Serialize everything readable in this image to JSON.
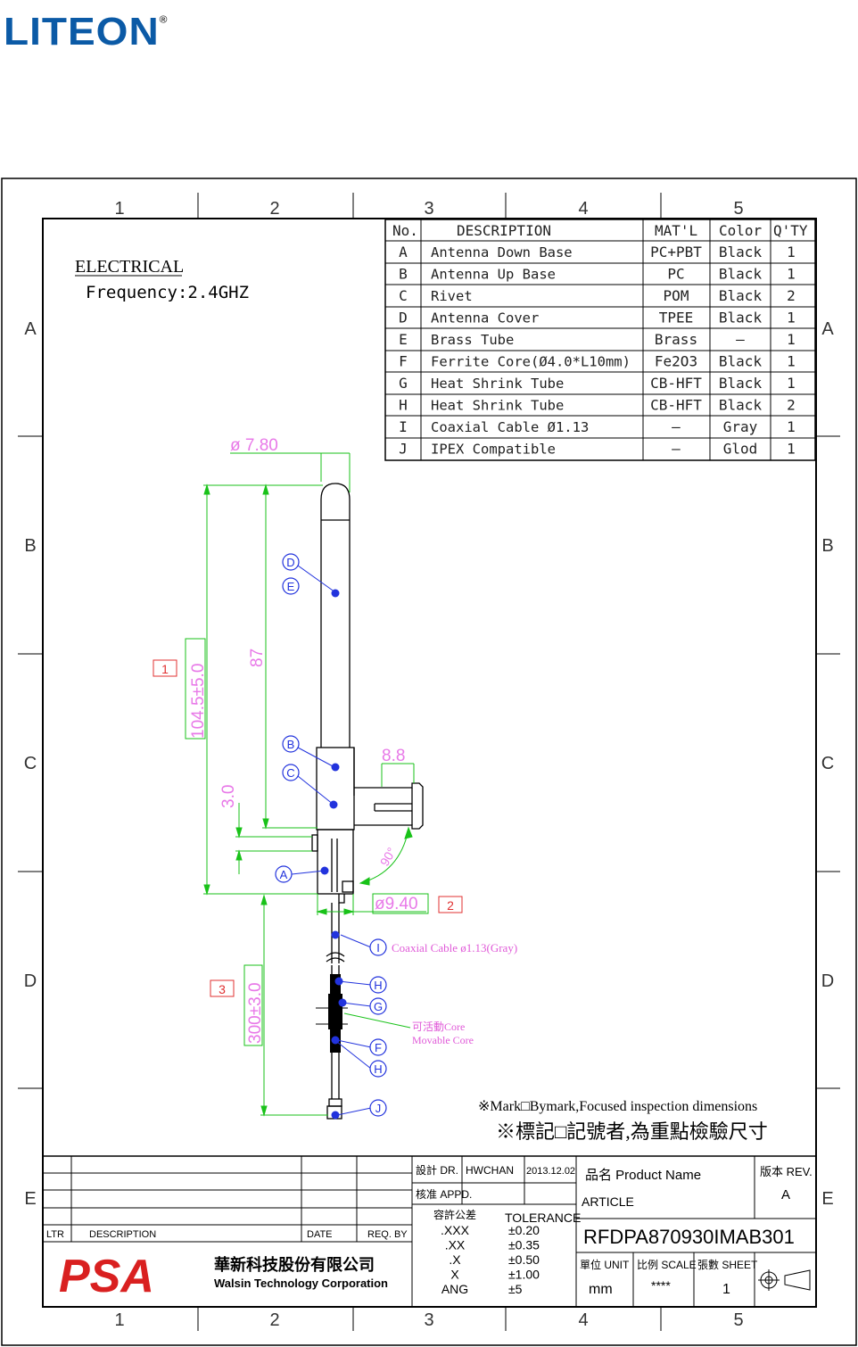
{
  "logo": "LITEON",
  "frame_cols": [
    "1",
    "2",
    "3",
    "4",
    "5"
  ],
  "frame_rows": [
    "A",
    "B",
    "C",
    "D",
    "E"
  ],
  "electrical": {
    "title": "ELECTRICAL",
    "frequency": "Frequency:2.4GHZ"
  },
  "bom": {
    "headers": [
      "No.",
      "DESCRIPTION",
      "MAT'L",
      "Color",
      "Q'TY"
    ],
    "rows": [
      {
        "no": "A",
        "desc": "Antenna Down Base",
        "mat": "PC+PBT",
        "color": "Black",
        "qty": "1"
      },
      {
        "no": "B",
        "desc": "Antenna Up Base",
        "mat": "PC",
        "color": "Black",
        "qty": "1"
      },
      {
        "no": "C",
        "desc": "Rivet",
        "mat": "POM",
        "color": "Black",
        "qty": "2"
      },
      {
        "no": "D",
        "desc": "Antenna Cover",
        "mat": "TPEE",
        "color": "Black",
        "qty": "1"
      },
      {
        "no": "E",
        "desc": "Brass Tube",
        "mat": "Brass",
        "color": "—",
        "qty": "1"
      },
      {
        "no": "F",
        "desc": "Ferrite Core(Ø4.0*L10mm)",
        "mat": "Fe2O3",
        "color": "Black",
        "qty": "1"
      },
      {
        "no": "G",
        "desc": "Heat Shrink Tube",
        "mat": "CB-HFT",
        "color": "Black",
        "qty": "1"
      },
      {
        "no": "H",
        "desc": "Heat Shrink Tube",
        "mat": "CB-HFT",
        "color": "Black",
        "qty": "2"
      },
      {
        "no": "I",
        "desc": "Coaxial Cable Ø1.13",
        "mat": "—",
        "color": "Gray",
        "qty": "1"
      },
      {
        "no": "J",
        "desc": "IPEX Compatible",
        "mat": "—",
        "color": "Glod",
        "qty": "1"
      }
    ]
  },
  "dims": {
    "dia_top": "ø 7.80",
    "len_87": "87",
    "len_total": "104.5±5.0",
    "len_3": "3.0",
    "w_88": "8.8",
    "angle": "90°",
    "dia_base": "ø9.40",
    "cable_len": "300±3.0",
    "tag1": "1",
    "tag2": "2",
    "tag3": "3"
  },
  "callouts": {
    "D": "D",
    "E": "E",
    "B": "B",
    "C": "C",
    "A": "A",
    "I": "I",
    "H1": "H",
    "G": "G",
    "F": "F",
    "H2": "H",
    "J": "J",
    "cable_label": "Coaxial Cable ø1.13(Gray)",
    "core_cn": "可活動Core",
    "core_en": "Movable Core"
  },
  "notes": {
    "mark_en": "※Mark□Bymark,Focused inspection dimensions",
    "mark_cn": "※標記□記號者,為重點檢驗尺寸"
  },
  "title_block": {
    "ltr": "LTR",
    "description": "DESCRIPTION",
    "date": "DATE",
    "req_by": "REQ. BY",
    "company_cn": "華新科技股份有限公司",
    "company_en": "Walsin Technology Corporation",
    "psa": "PSA",
    "designer_label": "設計 DR.",
    "designer": "HWCHAN",
    "design_date": "2013.12.02",
    "check_label": "核准 APPD.",
    "tolerance_cn": "容許公差",
    "tolerance_en": "TOLERANCE",
    "tol_rows": [
      {
        "k": ".XXX",
        "v": "±0.20"
      },
      {
        "k": ".XX",
        "v": "±0.35"
      },
      {
        "k": ".X",
        "v": "±0.50"
      },
      {
        "k": "X",
        "v": "±1.00"
      },
      {
        "k": "ANG",
        "v": "±5"
      }
    ],
    "product_name_label": "品名 Product Name",
    "article": "ARTICLE",
    "part_no": "RFDPA870930IMAB301",
    "rev_label": "版本 REV.",
    "rev": "A",
    "unit_label": "單位 UNIT",
    "unit": "mm",
    "scale_label": "比例 SCALE",
    "scale": "****",
    "sheet_label": "張數 SHEET",
    "sheet": "1"
  }
}
